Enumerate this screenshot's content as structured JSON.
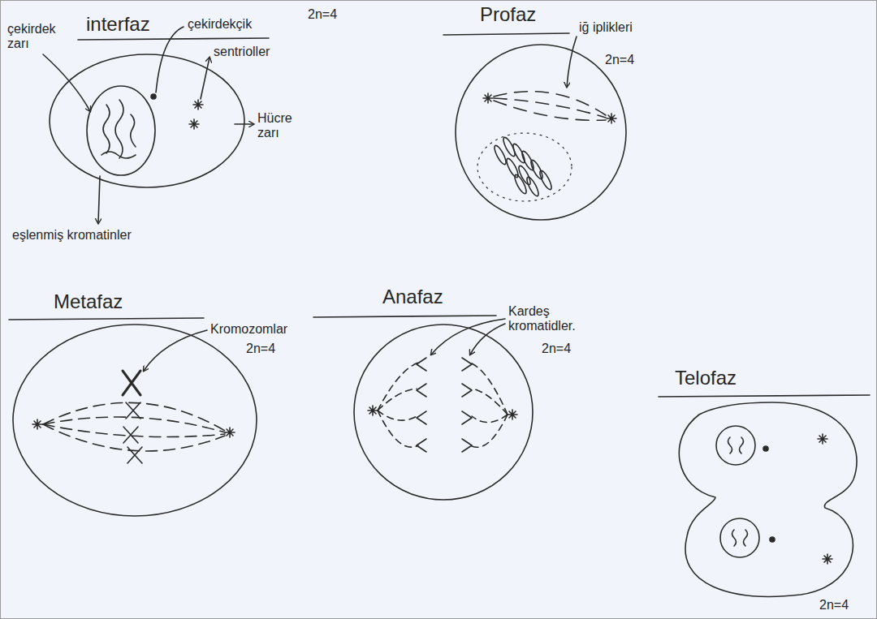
{
  "diagram": {
    "nodes": [
      {
        "text": [
          "interfaz"
        ]
      },
      {
        "text": [
          "Profaz"
        ]
      },
      {
        "text": [
          "Metafaz"
        ]
      },
      {
        "text": [
          "Anafaz"
        ]
      },
      {
        "text": [
          "Telofaz"
        ]
      }
    ],
    "labels": [
      "2n=4",
      "çekirdek zarı",
      "çekirdekçik",
      "sentrioller",
      "Hücre zarı",
      "eşlenmiş kromatinler",
      "iğ iplikleri",
      "2n=4",
      "Kromozomlar",
      "2n=4",
      "Kardeş kromatidler.",
      "2n=4",
      "2n=4"
    ]
  }
}
